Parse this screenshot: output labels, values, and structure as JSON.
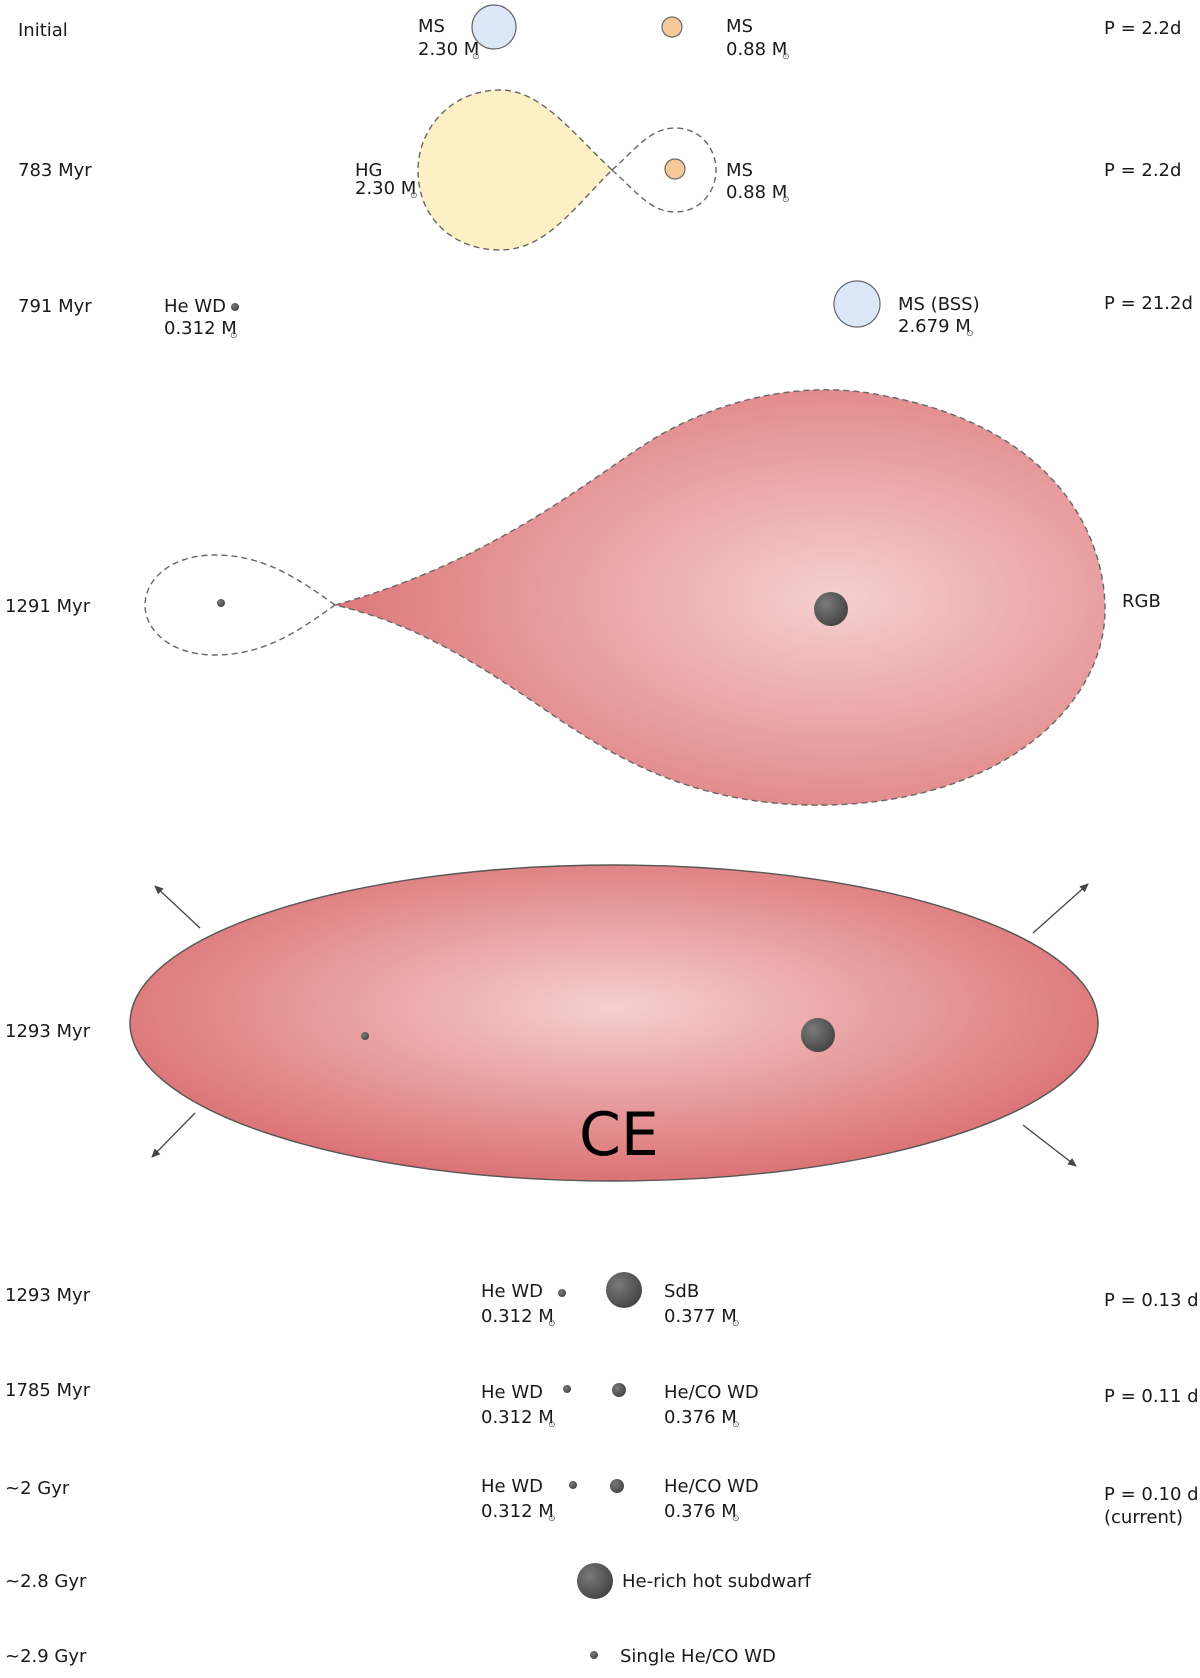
{
  "rows": [
    {
      "time": "Initial",
      "period": "P = 2.2d",
      "star1": {
        "type": "MS",
        "mass": "2.30 M"
      },
      "star2": {
        "type": "MS",
        "mass": "0.88 M"
      }
    },
    {
      "time": "783 Myr",
      "period": "P = 2.2d",
      "star1": {
        "type": "HG",
        "mass": "2.30 M"
      },
      "star2": {
        "type": "MS",
        "mass": "0.88 M"
      }
    },
    {
      "time": "791 Myr",
      "period": "P = 21.2d",
      "star1": {
        "type": "He WD",
        "mass": "0.312 M"
      },
      "star2": {
        "type": "MS (BSS)",
        "mass": "2.679 M"
      }
    },
    {
      "time": "1291 Myr",
      "label": "RGB"
    },
    {
      "time": "1293 Myr",
      "label": "CE"
    },
    {
      "time": "1293 Myr",
      "period": "P = 0.13 d",
      "star1": {
        "type": "He WD",
        "mass": "0.312 M"
      },
      "star2": {
        "type": "SdB",
        "mass": "0.377 M"
      }
    },
    {
      "time": "1785 Myr",
      "period": "P = 0.11 d",
      "star1": {
        "type": "He WD",
        "mass": "0.312 M"
      },
      "star2": {
        "type": "He/CO WD",
        "mass": "0.376 M"
      }
    },
    {
      "time": "~2 Gyr",
      "period": "P = 0.10 d",
      "period_note": "(current)",
      "star1": {
        "type": "He WD",
        "mass": "0.312 M"
      },
      "star2": {
        "type": "He/CO WD",
        "mass": "0.376 M"
      }
    },
    {
      "time": "~2.8 Gyr",
      "label": "He-rich hot subdwarf"
    },
    {
      "time": "~2.9 Gyr",
      "label": "Single He/CO WD"
    }
  ],
  "colors": {
    "ms_hot": "#dce8f8",
    "ms_cool": "#f6c89a",
    "roche_yellow": "#fdf0c4",
    "envelope_light": "#f5cfd0",
    "envelope_dark": "#d96a6c",
    "compact": "#555555",
    "outline": "#666666"
  }
}
